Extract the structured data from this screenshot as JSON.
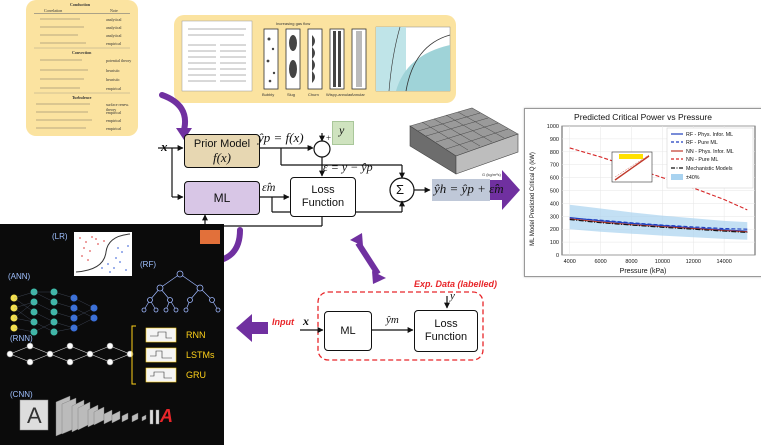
{
  "correlation_table": {
    "sections": [
      "Conduction",
      "Convection",
      "Turbulence"
    ],
    "columns": [
      "Correlation",
      "Note"
    ],
    "notes": [
      "analytical",
      "analytical",
      "analytical",
      "empirical",
      "potential theory",
      "heuristic",
      "heuristic",
      "empirical",
      "surface renew. theory",
      "empirical",
      "empirical",
      "empirical"
    ]
  },
  "flow_regime_labels": [
    "Bubbly",
    "Slug",
    "Churn",
    "Wispy-annular",
    "Annular"
  ],
  "flow_regime_title": "Increasing gas flow",
  "prior_model": {
    "label_line1": "Prior Model",
    "label_line2": "f(x)"
  },
  "ml_box": {
    "label": "ML"
  },
  "loss_box": {
    "label_line1": "Loss",
    "label_line2": "Function"
  },
  "sum_symbol": "Σ",
  "plus_sign": "+",
  "minus_sign": "−",
  "symbols": {
    "x": "x",
    "y": "y",
    "yp_eq": "ŷp = f(x)",
    "eps_eq": "ε = y − ŷp",
    "eps_m": "ε̂m",
    "yh_eq": "ŷh = ŷp + ε̂m",
    "ym": "ŷm"
  },
  "surface_plot": {
    "axis_label": "G (kg/m²s)"
  },
  "chart": {
    "title": "Predicted Critical Power vs Pressure",
    "xlabel": "Pressure (kPa)",
    "ylabel": "ML Model Predicted Critical Q (kW)",
    "xticks": [
      "4000",
      "6000",
      "8000",
      "10000",
      "12000",
      "14000"
    ],
    "yticks": [
      "0",
      "100",
      "200",
      "300",
      "400",
      "500",
      "600",
      "700",
      "800",
      "900",
      "1000"
    ],
    "legend": [
      "RF - Phys. Infor. ML",
      "RF - Pure ML",
      "NN - Phys. Infor. ML",
      "NN - Pure ML",
      "Mechanistic Models",
      "±40%"
    ]
  },
  "chart_data": {
    "type": "line",
    "title": "Predicted Critical Power vs Pressure",
    "xlabel": "Pressure (kPa)",
    "ylabel": "ML Model Predicted Critical Q (kW)",
    "xlim": [
      3500,
      16000
    ],
    "ylim": [
      0,
      1000
    ],
    "x": [
      4000,
      6000,
      8000,
      10000,
      12000,
      14000,
      15500
    ],
    "series": [
      {
        "name": "RF - Phys. Infor. ML",
        "color": "#1f3fbf",
        "dash": "solid",
        "values": [
          290,
          265,
          245,
          228,
          210,
          195,
          185
        ]
      },
      {
        "name": "RF - Pure ML",
        "color": "#1f3fbf",
        "dash": "dashed",
        "values": [
          285,
          270,
          250,
          232,
          218,
          205,
          200
        ]
      },
      {
        "name": "NN - Phys. Infor. ML",
        "color": "#c0392b",
        "dash": "solid",
        "values": [
          280,
          255,
          235,
          220,
          205,
          190,
          180
        ]
      },
      {
        "name": "NN - Pure ML",
        "color": "#d62728",
        "dash": "dashed",
        "values": [
          830,
          760,
          680,
          600,
          520,
          430,
          350
        ]
      },
      {
        "name": "Mechanistic Models",
        "color": "#111111",
        "dash": "dashdot",
        "values": [
          275,
          250,
          232,
          215,
          200,
          185,
          175
        ]
      }
    ],
    "band": {
      "name": "±40%",
      "color": "#a9d3f0",
      "upper": [
        390,
        360,
        330,
        305,
        285,
        265,
        255
      ],
      "lower": [
        200,
        180,
        165,
        150,
        138,
        125,
        118
      ]
    },
    "legend_position": "top-right"
  },
  "flow_box": {
    "exp_data_label": "Exp. Data (labelled)",
    "input_label": "Input",
    "x": "x",
    "ml_label": "ML",
    "ym": "ŷm",
    "y": "y",
    "loss_line1": "Loss",
    "loss_line2": "Function"
  },
  "ml_panel": {
    "lr": "(LR)",
    "ann": "(ANN)",
    "rf": "(RF)",
    "rnn": "(RNN)",
    "cnn": "(CNN)",
    "rnn_list": [
      "RNN",
      "LSTMs",
      "GRU"
    ],
    "cnn_letter": "A"
  },
  "colors": {
    "purple": "#7030a0",
    "yellow_panel": "#fbe3a0",
    "red": "#e8262a",
    "dark": "#0b0b0b"
  }
}
